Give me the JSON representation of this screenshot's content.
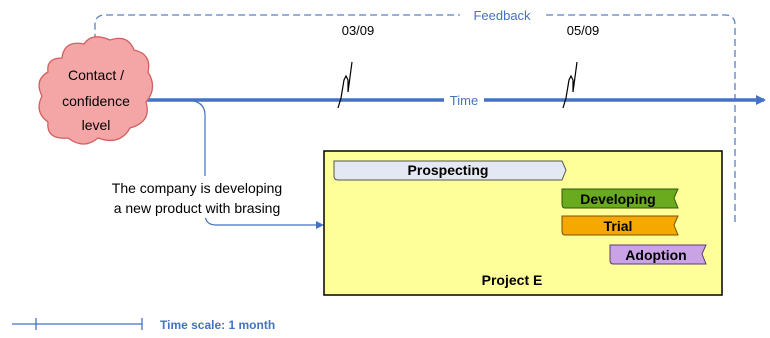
{
  "diagram": {
    "feedback_label": "Feedback",
    "time_label": "Time",
    "date_marks": [
      "03/09",
      "05/09"
    ],
    "cloud_label_lines": [
      "Contact /",
      "confidence",
      "level"
    ],
    "note_lines": [
      "The company is developing",
      "a new product with brasing"
    ],
    "project_label": "Project E",
    "scale_label": "Time scale: 1 month",
    "phases": [
      {
        "label": "Prospecting",
        "color": "#e4e8f2"
      },
      {
        "label": "Developing",
        "color": "#6aaa1e"
      },
      {
        "label": "Trial",
        "color": "#f5a800"
      },
      {
        "label": "Adoption",
        "color": "#c9a3e6"
      }
    ],
    "colors": {
      "arrow_blue": "#4472c4",
      "feedback_dash": "#5b7fc6",
      "cloud_fill": "#f4a6a6",
      "cloud_stroke": "#d06060",
      "project_fill": "#ffff99",
      "project_border": "#000000"
    }
  }
}
